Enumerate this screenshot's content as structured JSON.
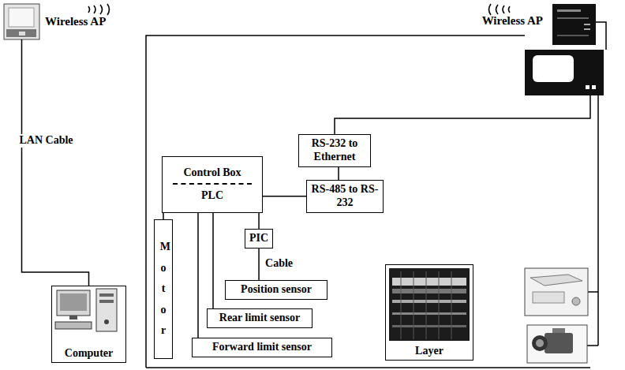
{
  "diagram": {
    "nodes": [
      {
        "text": [
          "Wireless AP"
        ]
      },
      {
        "text": [
          "Wireless AP"
        ]
      },
      {
        "text": [
          "Control Box",
          "PLC"
        ]
      },
      {
        "text": [
          "RS-232 to Ethernet"
        ]
      },
      {
        "text": [
          "RS-485 to RS-232"
        ]
      },
      {
        "text": [
          "PIC"
        ]
      },
      {
        "text": [
          "Motor"
        ]
      },
      {
        "text": [
          "Position sensor"
        ]
      },
      {
        "text": [
          "Rear limit sensor"
        ]
      },
      {
        "text": [
          "Layer"
        ]
      },
      {
        "text": [
          "Forward limit sensor"
        ]
      },
      {
        "text": [
          "Computer"
        ]
      }
    ],
    "edges": [
      {
        "from": 0,
        "to": 11,
        "arrow": "none",
        "label": "LAN Cable"
      },
      {
        "from": 3,
        "to": 4,
        "arrow": "none"
      },
      {
        "from": 2,
        "to": 4,
        "arrow": "none"
      },
      {
        "from": 2,
        "to": 5,
        "arrow": "none"
      },
      {
        "from": 5,
        "to": 7,
        "arrow": "none",
        "label": "Cable"
      },
      {
        "from": 2,
        "to": 6,
        "arrow": "none"
      },
      {
        "from": 2,
        "to": 8,
        "arrow": "none"
      },
      {
        "from": 2,
        "to": 10,
        "arrow": "none"
      }
    ]
  }
}
